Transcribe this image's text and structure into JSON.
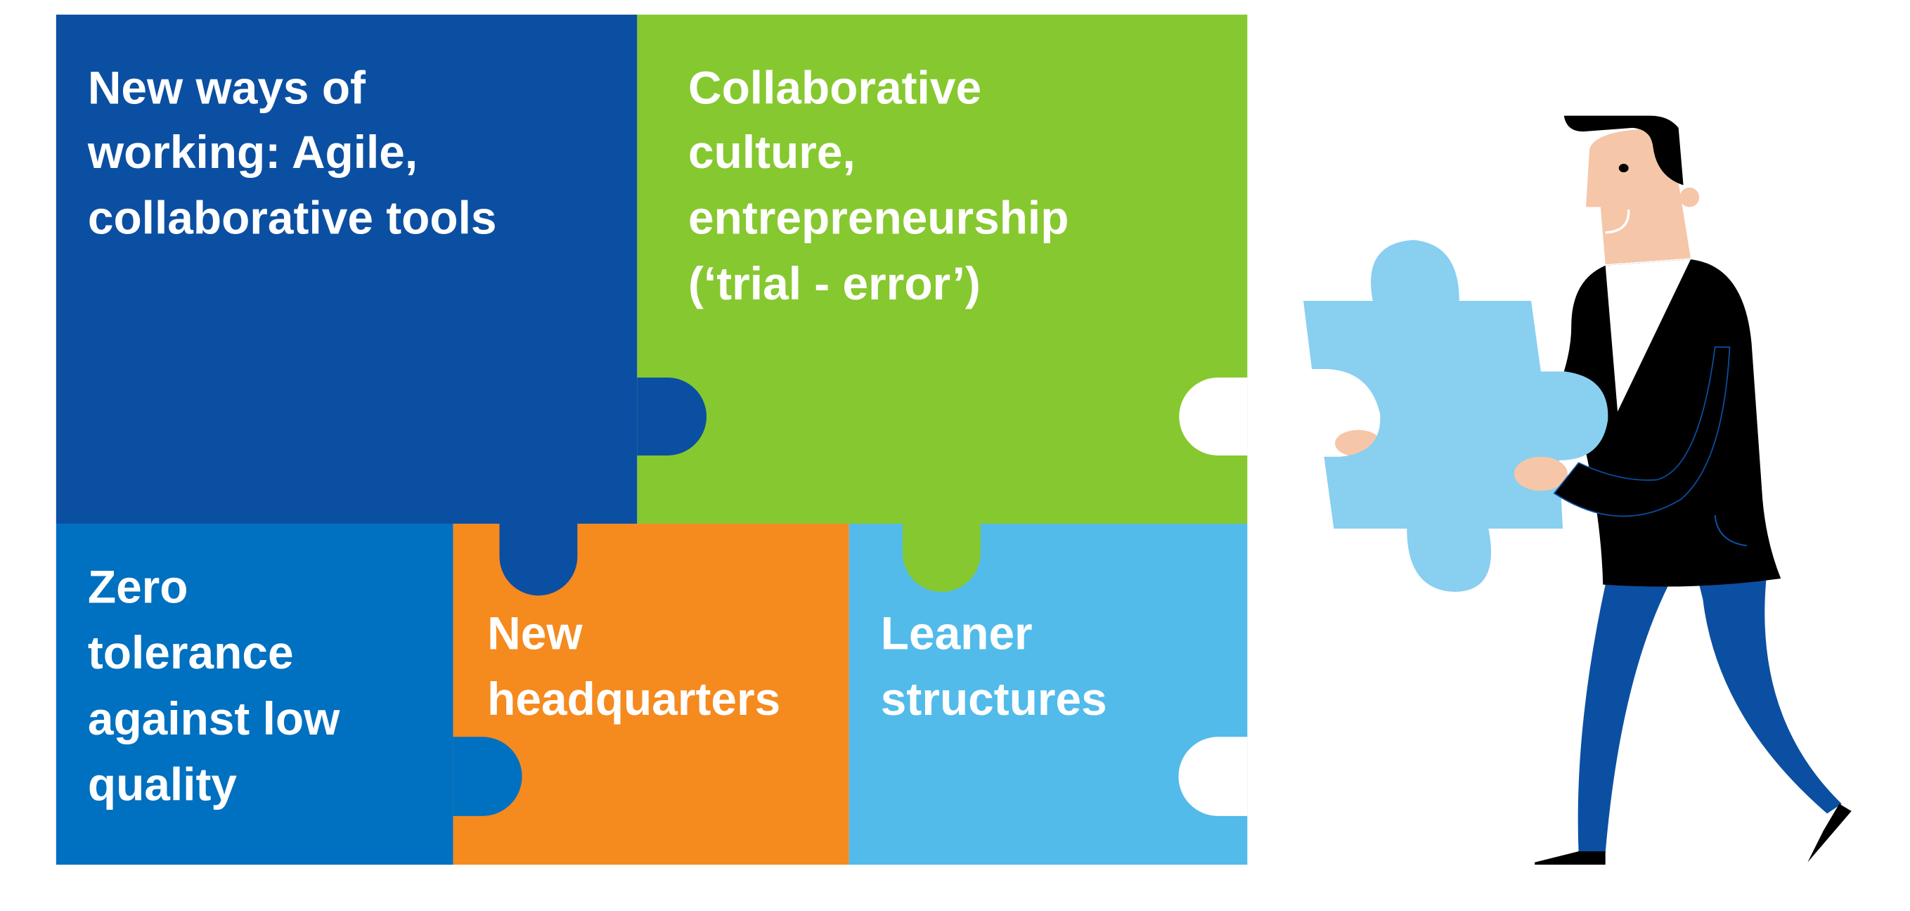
{
  "pieces": [
    {
      "id": "ways-of-working",
      "lines": [
        "New ways of",
        "working:  Agile,",
        "collaborative tools"
      ],
      "color": "#0b4fa2"
    },
    {
      "id": "culture",
      "lines": [
        "Collaborative",
        "culture,",
        "entrepreneurship",
        "(‘trial - error’)"
      ],
      "color": "#86c82f"
    },
    {
      "id": "zero-tolerance",
      "lines": [
        "Zero",
        "tolerance",
        "against low",
        "quality"
      ],
      "color": "#0070c0"
    },
    {
      "id": "headquarters",
      "lines": [
        "New",
        "headquarters"
      ],
      "color": "#f58a1f"
    },
    {
      "id": "leaner",
      "lines": [
        "Leaner",
        "structures"
      ],
      "color": "#52bbea"
    }
  ],
  "colors": {
    "missing_piece": "#89cff0",
    "skin": "#f5c6a8",
    "jacket": "#000000",
    "pants": "#0b4fa2"
  }
}
